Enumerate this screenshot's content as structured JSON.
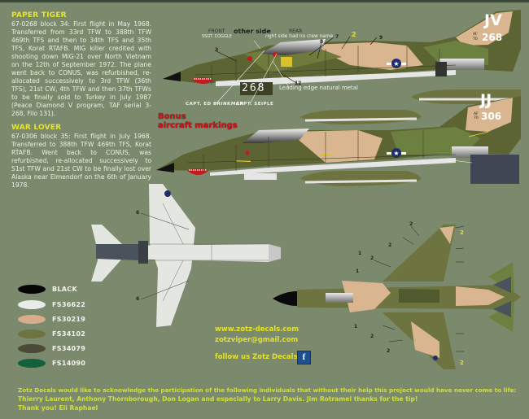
{
  "colors": {
    "background": "#7b8a6c",
    "title_yellow": "#e5e52c",
    "bonus_red": "#c8141a",
    "ack_green": "#cfe03a",
    "camo_tan": "#d8b48c",
    "camo_green": "#6f7a3c",
    "camo_dark": "#4d4f30",
    "camo_mid": "#5e7036",
    "underside": "#e4e6e2"
  },
  "paper_tiger": {
    "title": "PAPER TIGER",
    "text": "67-0268 block 34: First flight in May 1968. Transferred from 33rd TFW to 388th TFW 469th TFS and then to 34th TFS and 35th TFS, Korat RTAFB. MIG killer credited with shooting down MiG-21 over North Vietnam on the 12th of September 1972. The plane went back to CONUS, was refurbished, re-allocated successively to 3rd TFW (36th TFS), 21st CW, 4th TFW and then 37th TFWs to be finally sold to Turkey in July 1987 (Peace Diamond V program, TAF serial 3-268, Filo 131)."
  },
  "war_lover": {
    "title": "WAR LOVER",
    "text": "67-0306 block 35: First flight in July 1968. Transferred to 388th TFW 469th TFS, Korat RTAFB. Went back to CONUS, was refurbished, re-allocated successively to 51st TFW and 21st CW to be finally lost over Alaska near Elmendorf on the 6th of January 1978."
  },
  "top_aircraft": {
    "front_label": "FRONT",
    "front_crew": "SSGT. COGGLE",
    "other_side": "other side",
    "rear_label": "REAR",
    "rear_note": "right side had no crew name",
    "tail_code": "JV",
    "tail_serial": "268",
    "tail_af": "AF",
    "tail_year": "70",
    "nose_number": "268",
    "leading_edge": "Leading edge natural metal",
    "crew_1": "CAPT. ED BRINKMAN",
    "crew_2": "CAPT. SEIPLE",
    "callouts": [
      "3",
      "8",
      "7",
      "2",
      "12",
      "9"
    ]
  },
  "bonus": {
    "line1": "Bonus",
    "line2": "aircraft markings"
  },
  "second_aircraft": {
    "tail_code": "JJ",
    "tail_serial": "306",
    "tail_af": "AF",
    "tail_year": "70"
  },
  "plan_view_callouts": {
    "underside": [
      "6",
      "6"
    ],
    "topside": [
      "2",
      "2",
      "2",
      "2",
      "1",
      "1",
      "1",
      "2",
      "2",
      "2"
    ]
  },
  "legend": [
    {
      "label": "BLACK",
      "color": "#050505"
    },
    {
      "label": "FS36622",
      "color": "#e9ebe8"
    },
    {
      "label": "FS30219",
      "color": "#d8ac8c"
    },
    {
      "label": "FS34102",
      "color": "#6e7440"
    },
    {
      "label": "FS34079",
      "color": "#4a4a36"
    },
    {
      "label": "FS14090",
      "color": "#13613a"
    }
  ],
  "contact": {
    "website": "www.zotz-decals.com",
    "email": "zotzviper@gmail.com",
    "follow": "follow us Zotz Decals",
    "facebook_glyph": "f"
  },
  "acknowledgement": {
    "line1": "Zotz  Decals would like to acknowledge the participation of the following individuals that without their help this project would have never come to life:",
    "line2": "Thierry Laurent, Anthony Thornborough, Don Logan and especially to Larry Davis. Jim Rotramel thanks for the tip!",
    "line3": "Thank you! Eli Raphael"
  }
}
